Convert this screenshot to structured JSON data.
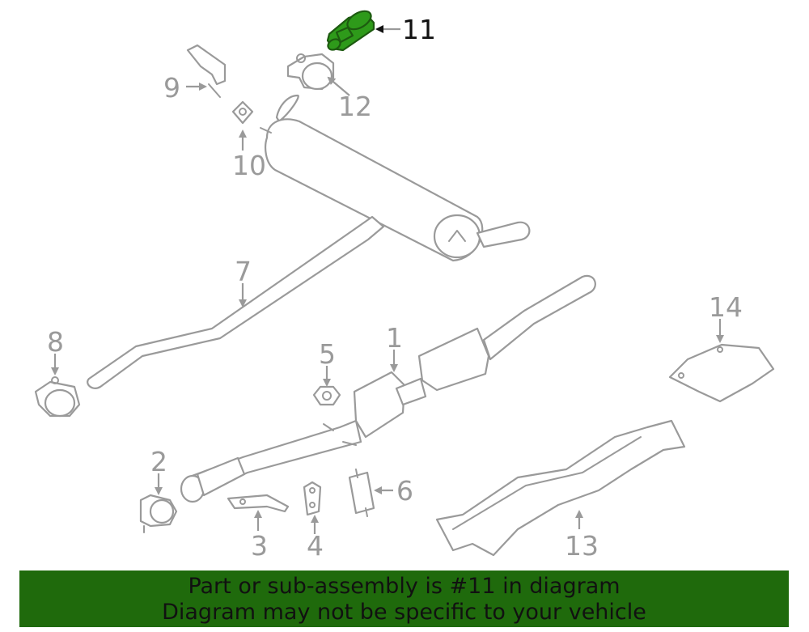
{
  "diagram": {
    "highlighted_part": "11",
    "callouts": {
      "c1": "1",
      "c2": "2",
      "c3": "3",
      "c4": "4",
      "c5": "5",
      "c6": "6",
      "c7": "7",
      "c8": "8",
      "c9": "9",
      "c10": "10",
      "c11": "11",
      "c12": "12",
      "c13": "13",
      "c14": "14"
    },
    "colors": {
      "part_stroke": "#9a9a9a",
      "highlight_fill": "#2e9a1a",
      "banner_bg": "#1f6a0c"
    }
  },
  "banner": {
    "line1": "Part or sub-assembly is #11 in diagram",
    "line2": "Diagram may not be specific to your vehicle"
  }
}
